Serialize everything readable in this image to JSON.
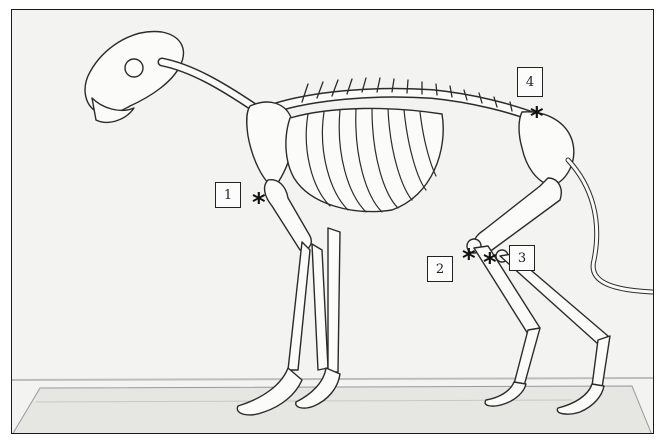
{
  "figure": {
    "markers": [
      {
        "id": "marker-1",
        "label": "1"
      },
      {
        "id": "marker-2",
        "label": "2"
      },
      {
        "id": "marker-3",
        "label": "3"
      },
      {
        "id": "marker-4",
        "label": "4"
      }
    ],
    "asterisk_symbol": "*",
    "colors": {
      "background": "#f3f3f1",
      "bone_outline": "#2b2b2b",
      "floor": "#e4e4e0"
    }
  }
}
